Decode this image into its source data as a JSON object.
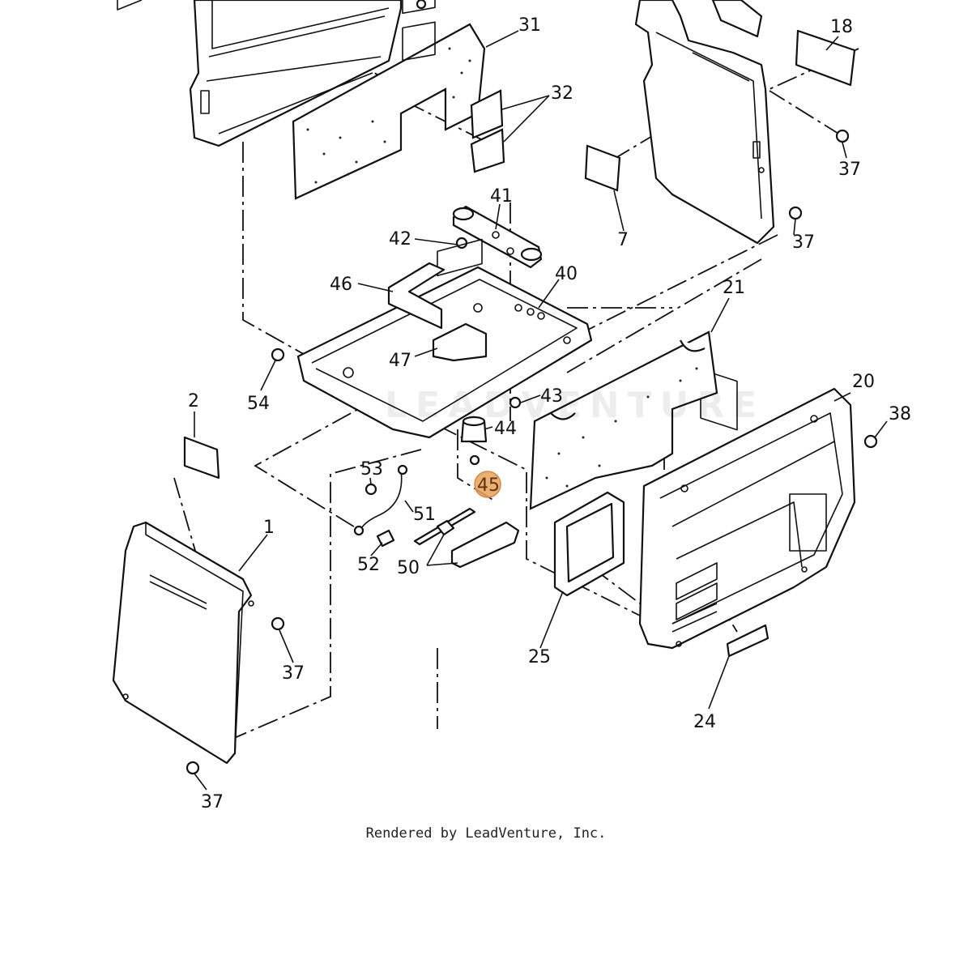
{
  "diagram": {
    "credit": "Rendered by LeadVenture, Inc.",
    "watermark": "LEADVENTURE",
    "highlight_color": "#e9a25c",
    "highlighted_part": "45",
    "callouts": [
      "31",
      "32",
      "18",
      "37",
      "7",
      "37",
      "41",
      "42",
      "46",
      "40",
      "21",
      "47",
      "54",
      "43",
      "20",
      "38",
      "44",
      "2",
      "45",
      "53",
      "51",
      "1",
      "52",
      "50",
      "25",
      "37",
      "24",
      "37"
    ]
  }
}
